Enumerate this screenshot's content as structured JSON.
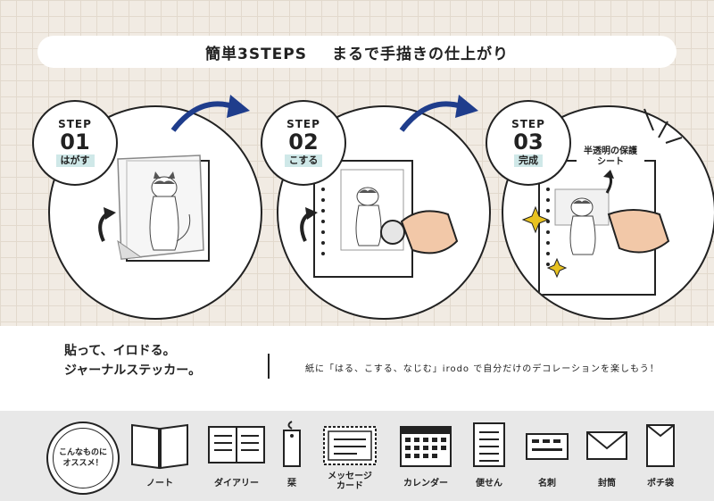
{
  "banner": {
    "title_left": "簡単3STEPS",
    "title_right": "まるで手描きの仕上がり"
  },
  "steps": [
    {
      "word": "STEP",
      "num": "01",
      "action": "はがす"
    },
    {
      "word": "STEP",
      "num": "02",
      "action": "こする"
    },
    {
      "word": "STEP",
      "num": "03",
      "action": "完成",
      "sheet_label_1": "半透明の保護",
      "sheet_label_2": "シート"
    }
  ],
  "tagline": {
    "line1": "貼って、イロドる。",
    "line2": "ジャーナルステッカー。"
  },
  "description": "紙に「はる、こする、なじむ」irodo で自分だけのデコレーションを楽しもう！",
  "recommend": {
    "line1": "こんなものに",
    "line2": "オススメ！"
  },
  "uses": {
    "notebook": "ノート",
    "diary": "ダイアリー",
    "bookmark": "栞",
    "message_card_1": "メッセージ",
    "message_card_2": "カード",
    "calendar": "カレンダー",
    "letter_paper": "便せん",
    "business_card": "名刺",
    "envelope": "封筒",
    "pochi_bag": "ポチ袋"
  },
  "colors": {
    "background": "#f1ebe3",
    "grid": "#e2d9cd",
    "arrow": "#1f3d8c",
    "badge_highlight": "#cfe8e8",
    "sparkle": "#e8c220",
    "bottom": "#e8e8e8"
  }
}
